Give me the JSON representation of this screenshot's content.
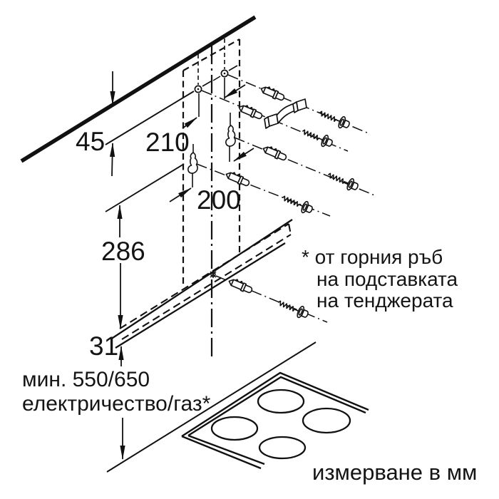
{
  "drawing": {
    "type": "appliance-installation-diagram",
    "dims": {
      "ceiling_gap": "45",
      "upper_holes": "210",
      "hook_holes": "200",
      "rail_distance": "286",
      "bottom_edge": "31"
    },
    "labels": {
      "min_clearance_line1": "мин. 550/650",
      "min_clearance_line2": "електричество/газ*",
      "footnote_line1": "* от горния ръб",
      "footnote_line2": "на подставката",
      "footnote_line3": "на тенджерата",
      "units_note": "измерване в мм"
    },
    "colors": {
      "ink": "#111111",
      "background": "#ffffff"
    }
  }
}
